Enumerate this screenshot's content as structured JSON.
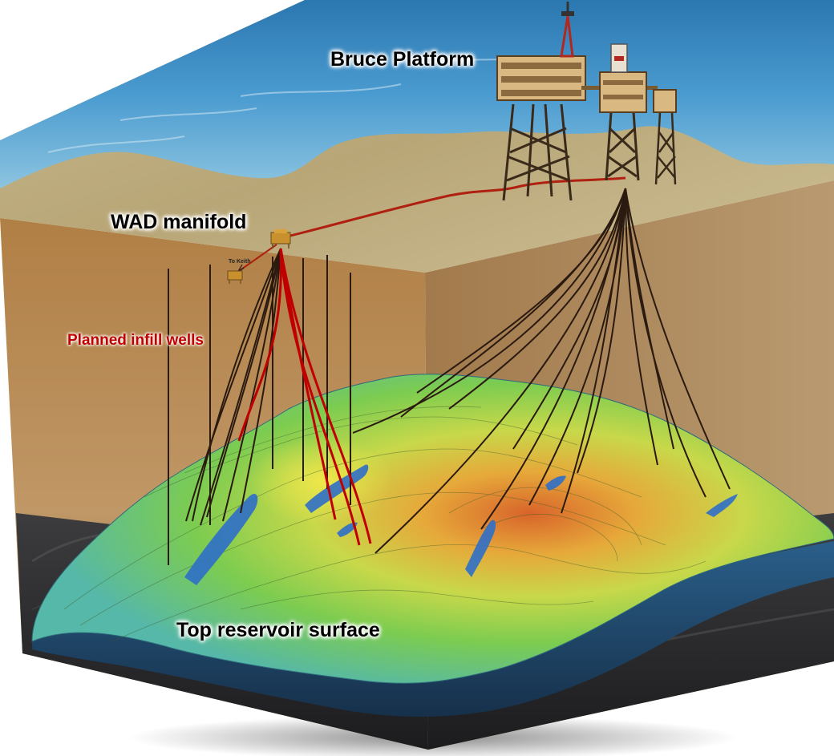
{
  "labels": {
    "platform": "Bruce Platform",
    "manifold": "WAD manifold",
    "infill": "Planned infill wells",
    "reservoir": "Top reservoir surface",
    "to_keith": "To Keith"
  },
  "colors": {
    "sea": "#3f8fc0",
    "seabed": "#c9b487",
    "rock_front": "#b78c55",
    "rock_side": "#a88254",
    "basement": "#2f2f31",
    "planned_well": "#c00000",
    "existing_well": "#2a1a10",
    "pipeline": "#b02010"
  },
  "icons": {
    "platform": "offshore-platform-icon",
    "manifold": "subsea-manifold-icon"
  }
}
